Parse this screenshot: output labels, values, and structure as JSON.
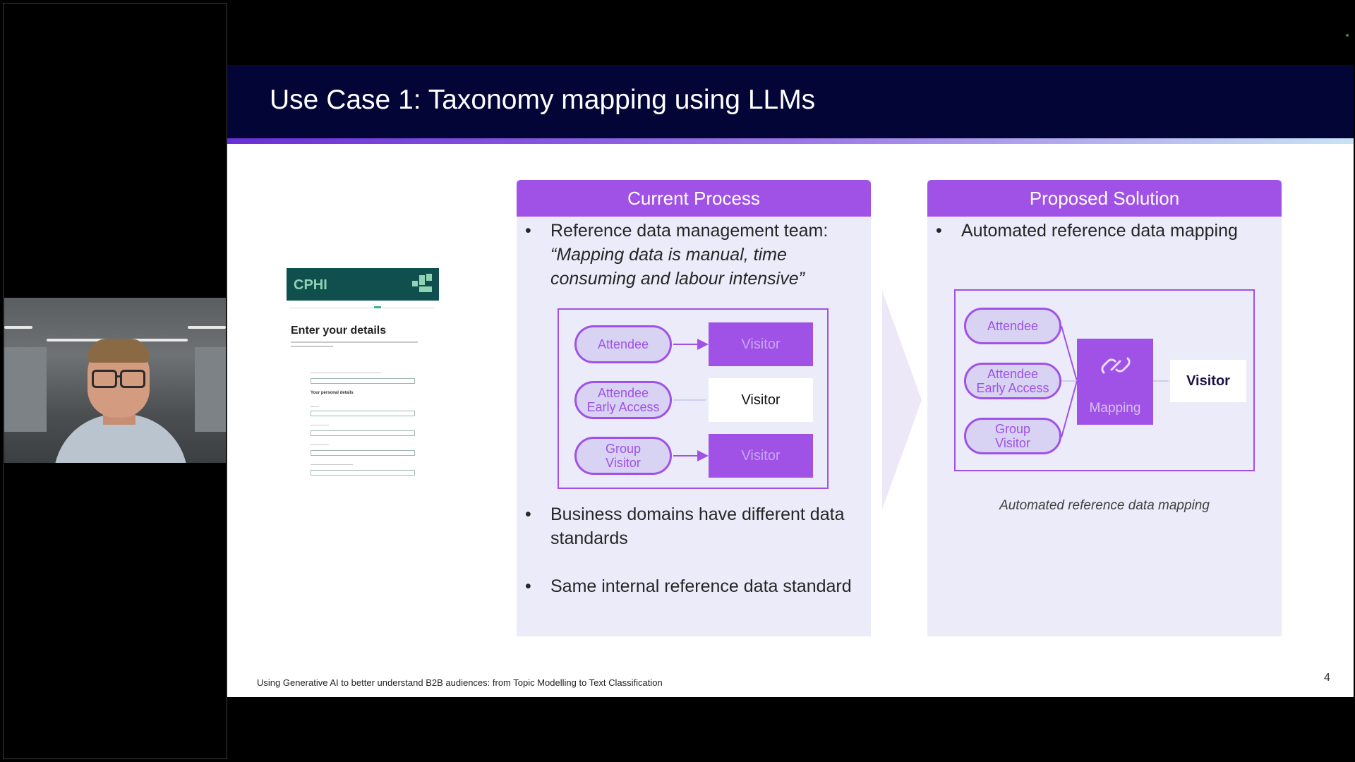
{
  "slide": {
    "title": "Use Case 1: Taxonomy mapping using LLMs",
    "footer": "Using Generative AI to better understand B2B audiences: from Topic Modelling to Text Classification",
    "page_number": "4"
  },
  "form_thumbnail": {
    "logo": "CPHI",
    "heading": "Enter your details",
    "subheading": "Your personal details"
  },
  "current_process": {
    "header": "Current Process",
    "bullet_1_lead": "Reference data management team:",
    "bullet_1_quote": "“Mapping data is manual, time consuming and labour intensive”",
    "diagram": {
      "rows": [
        {
          "source": "Attendee",
          "target": "Visitor"
        },
        {
          "source": "Attendee Early Access",
          "target": "Visitor"
        },
        {
          "source": "Group Visitor",
          "target": "Visitor"
        }
      ]
    },
    "bullet_2": "Business domains have different data standards",
    "bullet_3": "Same internal reference data standard"
  },
  "proposed_solution": {
    "header": "Proposed Solution",
    "bullet_1": "Automated reference data mapping",
    "diagram": {
      "sources": [
        "Attendee",
        "Attendee Early Access",
        "Group Visitor"
      ],
      "mapping_label": "Mapping",
      "target": "Visitor"
    },
    "caption": "Automated reference data mapping"
  },
  "colors": {
    "header_bg": "#030536",
    "accent_purple": "#a052e6",
    "panel_bg": "#ecebfa"
  }
}
